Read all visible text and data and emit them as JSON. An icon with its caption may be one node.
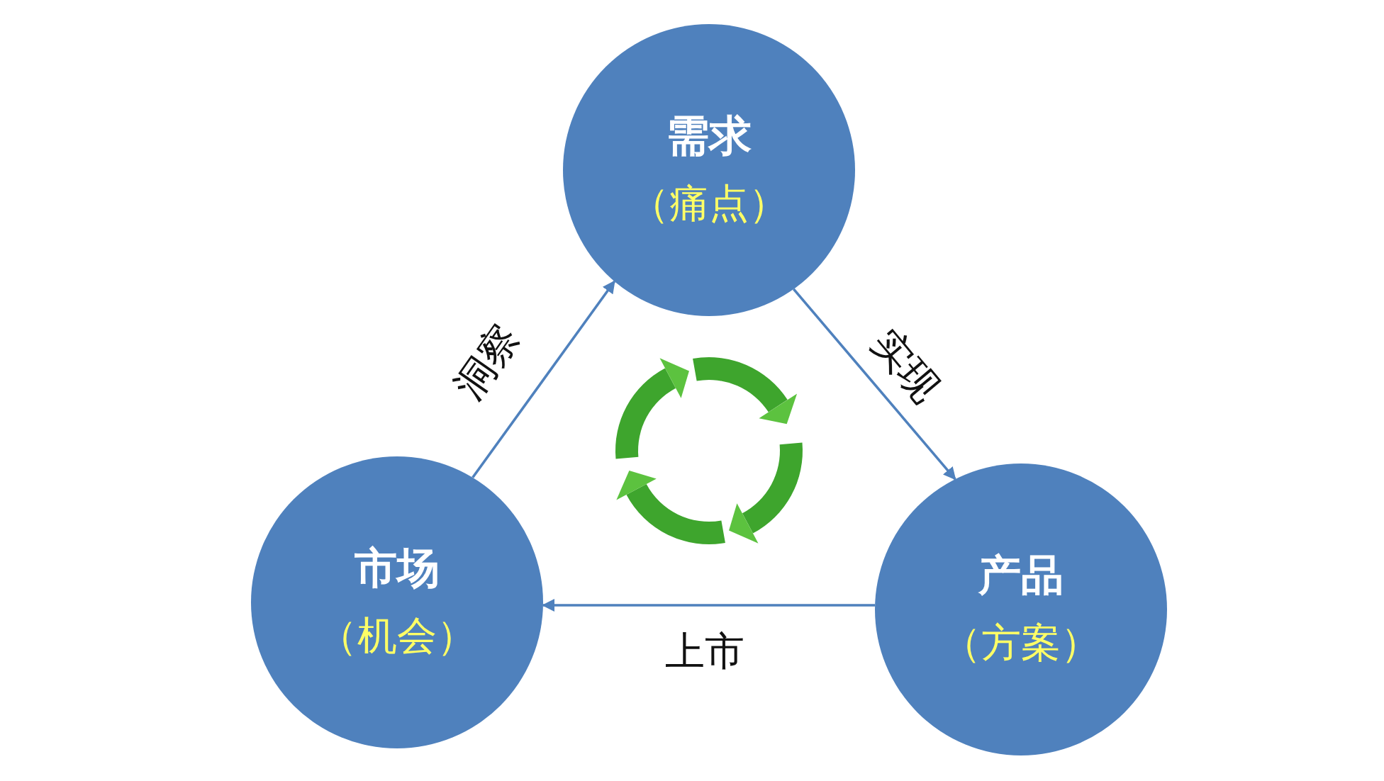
{
  "diagram": {
    "nodes": [
      {
        "text": [
          "需求",
          "（痛点）"
        ]
      },
      {
        "text": [
          "产品",
          "（方案）"
        ]
      },
      {
        "text": [
          "市场",
          "（机会）"
        ]
      }
    ],
    "edges": [
      {
        "from": 0,
        "to": 1,
        "arrow": "to",
        "label": "实现"
      },
      {
        "from": 1,
        "to": 2,
        "arrow": "to",
        "label": "上市"
      },
      {
        "from": 2,
        "to": 0,
        "arrow": "to",
        "label": "洞察"
      }
    ]
  }
}
